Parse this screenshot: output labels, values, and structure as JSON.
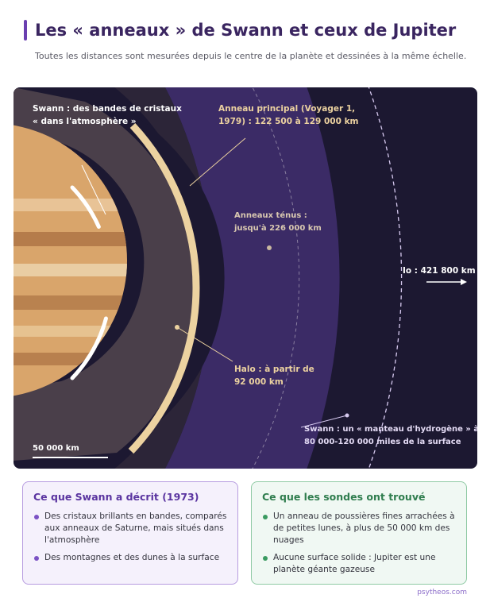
{
  "header": {
    "title": "Les « anneaux » de Swann et ceux de Jupiter",
    "subtitle": "Toutes les distances sont mesurées depuis le centre de la planète et dessinées à la même échelle."
  },
  "diagram": {
    "labels": {
      "swann_bands": [
        "Swann : des bandes de cristaux",
        "« dans l'atmosphère »"
      ],
      "main_ring": [
        "Anneau principal (Voyager 1,",
        "1979) : 122 500 à 129 000 km"
      ],
      "gossamer": [
        "Anneaux ténus :",
        "jusqu'à 226 000 km"
      ],
      "halo": [
        "Halo : à partir de",
        "92 000 km"
      ],
      "io": "Io : 421 800 km",
      "hydrogen_mantle": [
        "Swann : un « manteau d'hydrogène » à",
        "80 000-120 000 miles de la surface"
      ],
      "scale": "50 000 km"
    },
    "colors": {
      "background": "#1c1831",
      "planet": "#d9a56b",
      "main_ring": "#ecd2a0",
      "halo": "#4a3f4a",
      "gossamer": "#2c2538",
      "mantle": "#3b2b66"
    }
  },
  "cards": {
    "left": {
      "title": "Ce que Swann a décrit (1973)",
      "items": [
        "Des cristaux brillants en bandes, comparés aux anneaux de Saturne, mais situés dans l'atmosphère",
        "Des montagnes et des dunes à la surface"
      ]
    },
    "right": {
      "title": "Ce que les sondes ont trouvé",
      "items": [
        "Un anneau de poussières fines arrachées à de petites lunes, à plus de 50 000 km des nuages",
        "Aucune surface solide : Jupiter est une planète géante gazeuse"
      ]
    }
  },
  "footer": {
    "brand": "psytheos.com"
  }
}
